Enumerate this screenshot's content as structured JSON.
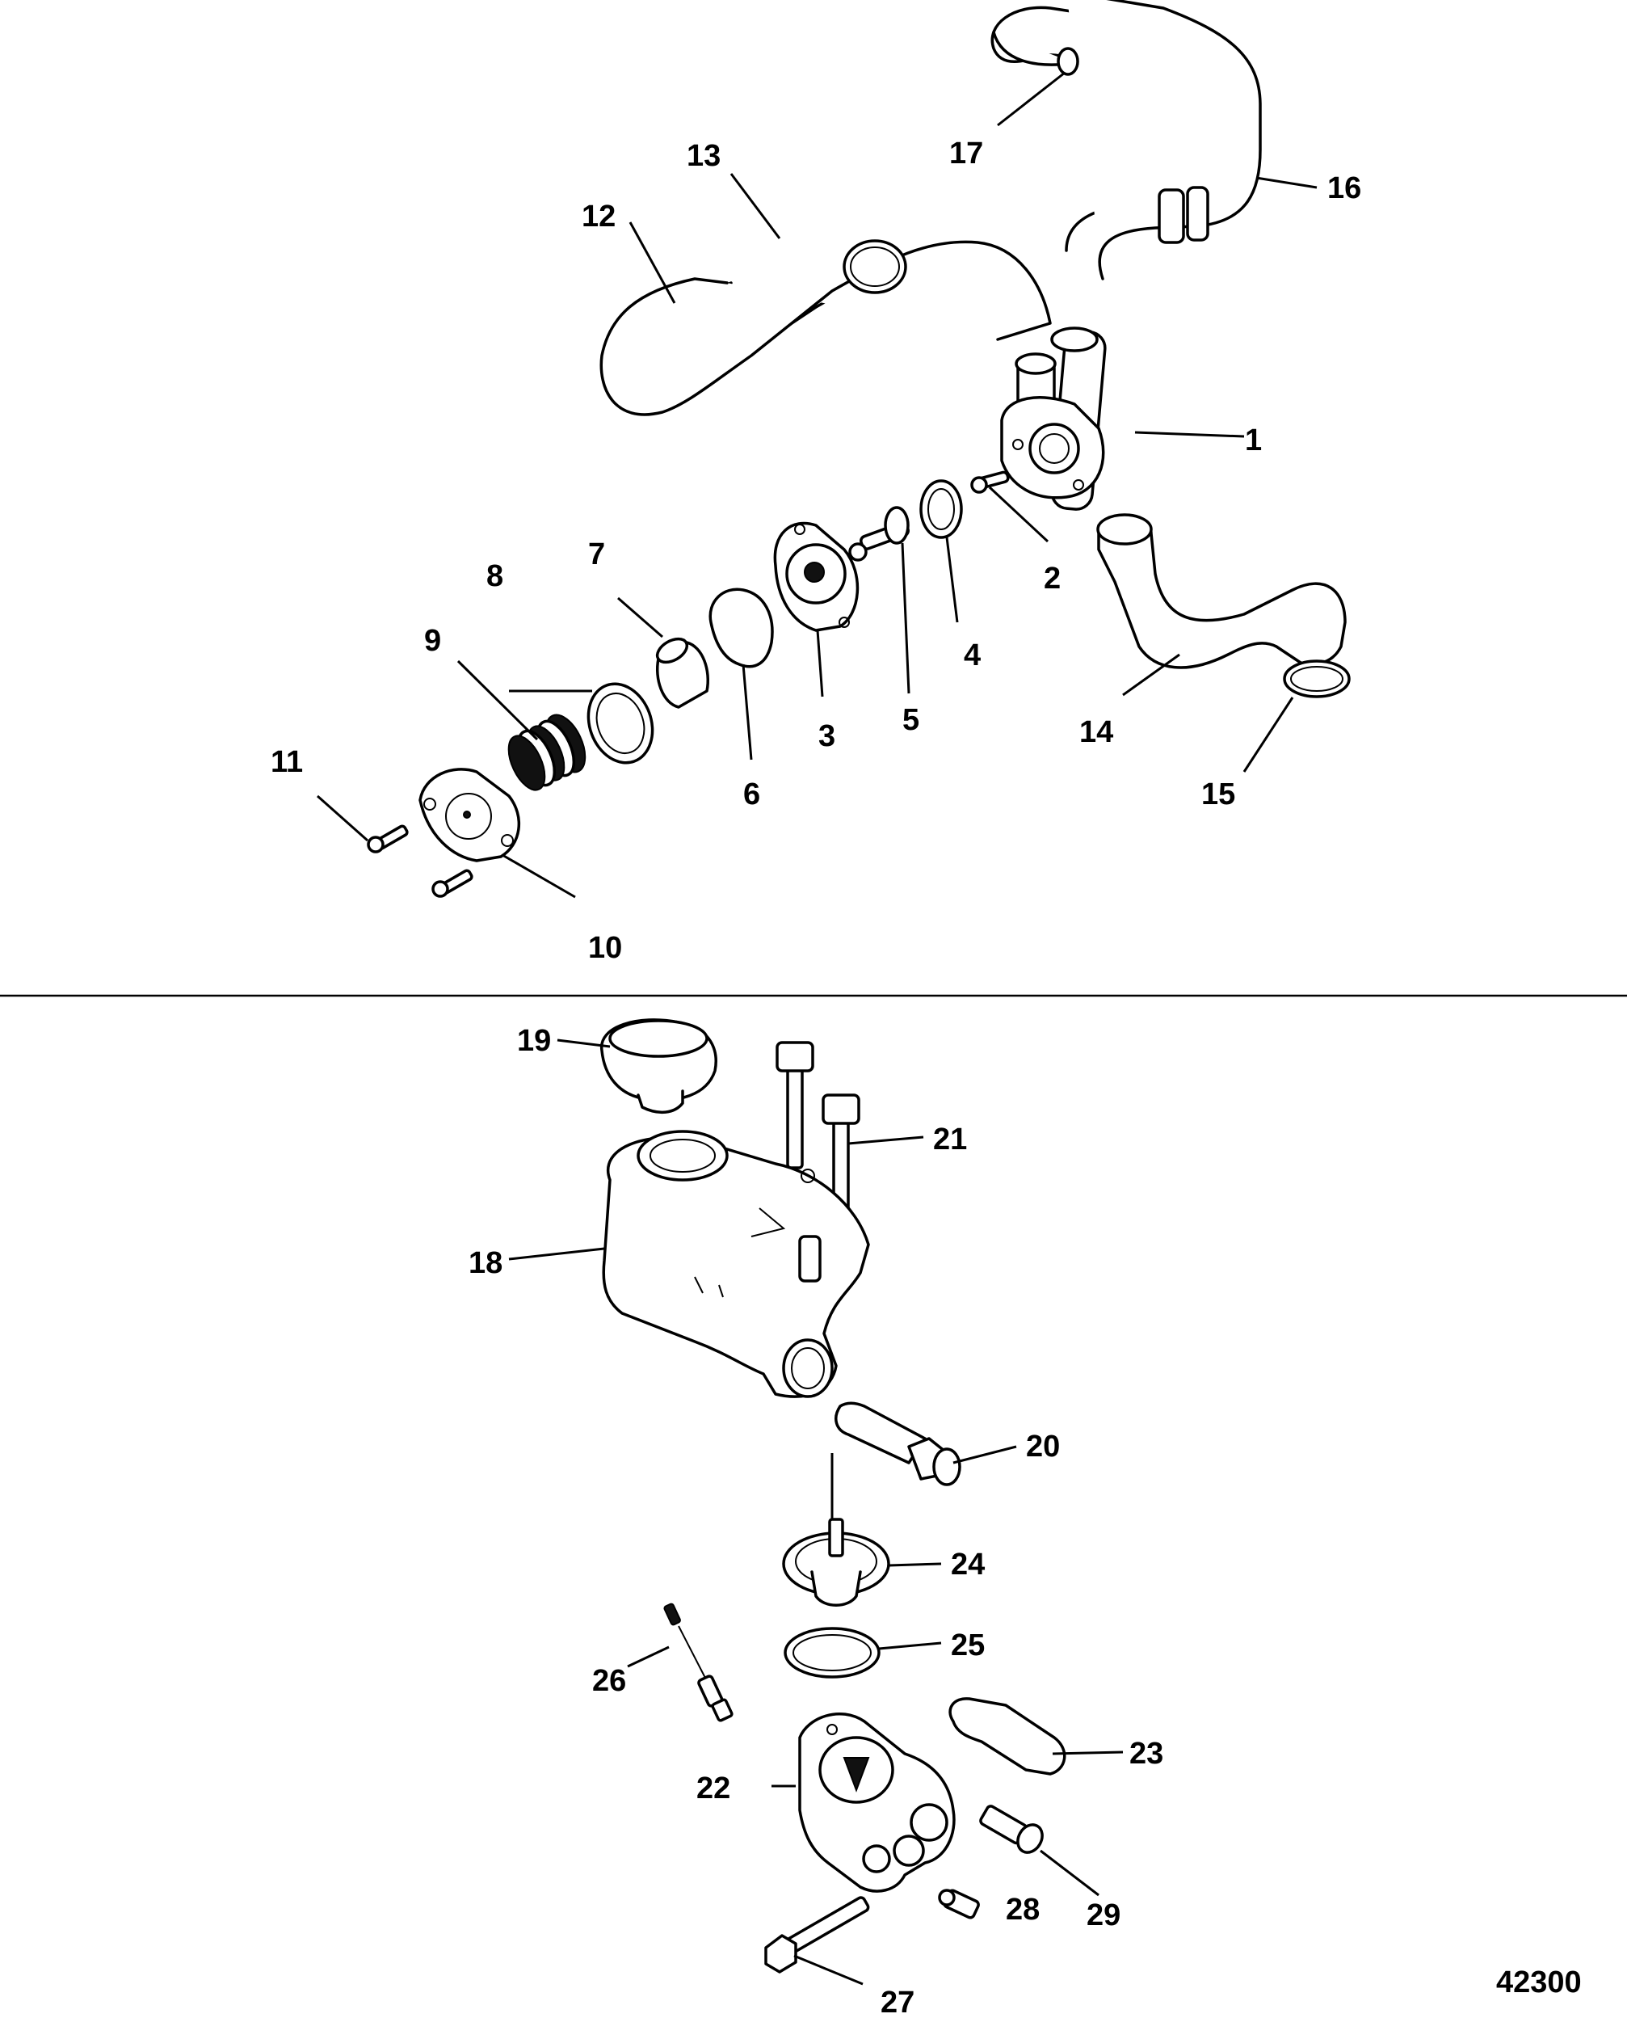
{
  "diagram": {
    "reference_number": "42300",
    "callouts": {
      "c1": "1",
      "c2": "2",
      "c3": "3",
      "c4": "4",
      "c5": "5",
      "c6": "6",
      "c7": "7",
      "c8": "8",
      "c9": "9",
      "c10": "10",
      "c11": "11",
      "c12": "12",
      "c13": "13",
      "c14": "14",
      "c15": "15",
      "c16": "16",
      "c17": "17",
      "c18": "18",
      "c19": "19",
      "c20": "20",
      "c21": "21",
      "c22": "22",
      "c23": "23",
      "c24": "24",
      "c25": "25",
      "c26": "26",
      "c27": "27",
      "c28": "28",
      "c29": "29"
    }
  }
}
